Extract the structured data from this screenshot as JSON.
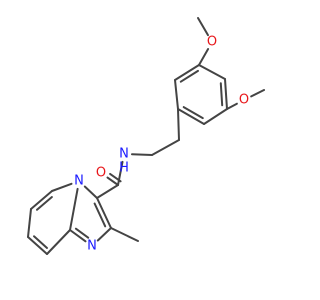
{
  "diagram": {
    "type": "skeletal-structure",
    "colors": {
      "bond": "#444444",
      "oxygen": "#e8161a",
      "nitrogen": "#1a1aff",
      "carbon_label": "#444444",
      "background": "#ffffff"
    },
    "labels": {
      "o_methoxy_top": "O",
      "o_methoxy_right": "O",
      "o_carbonyl": "O",
      "n_amide": "N",
      "h_amide": "H",
      "n_bridge": "N",
      "n_imidazole": "N"
    }
  }
}
